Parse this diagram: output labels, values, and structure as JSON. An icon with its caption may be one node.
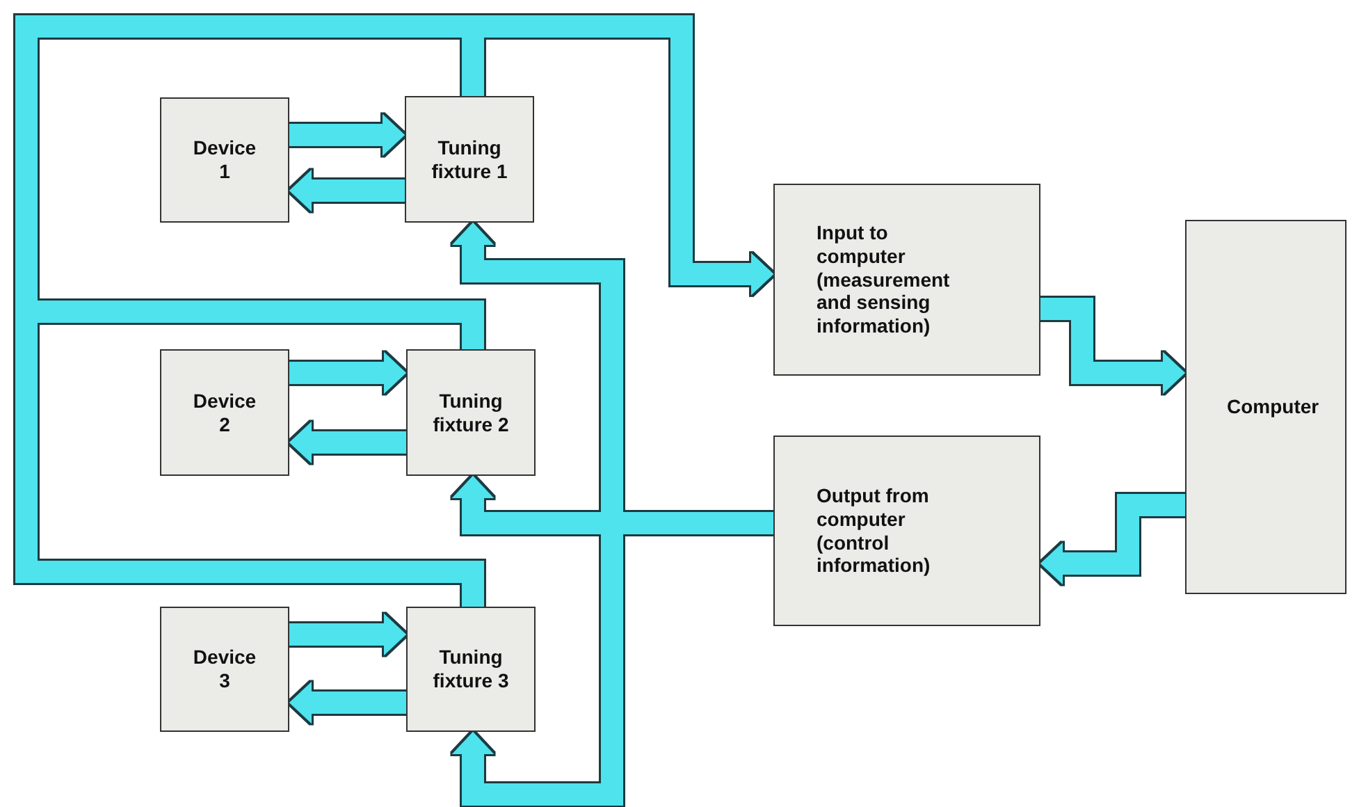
{
  "diagram": {
    "nodes": [
      {
        "text": [
          "Device 1"
        ]
      },
      {
        "text": [
          "Tuning fixture 1"
        ]
      },
      {
        "text": [
          "Device 2"
        ]
      },
      {
        "text": [
          "Tuning fixture 2"
        ]
      },
      {
        "text": [
          "Device 3"
        ]
      },
      {
        "text": [
          "Tuning fixture 3"
        ]
      },
      {
        "text": [
          "Input to computer (measurement and sensing information)"
        ]
      },
      {
        "text": [
          "Output from computer (control information)"
        ]
      },
      {
        "text": [
          "Computer"
        ]
      }
    ],
    "edges": [
      {
        "from": 0,
        "to": 1,
        "arrow": "to"
      },
      {
        "from": 1,
        "to": 0,
        "arrow": "to"
      },
      {
        "from": 2,
        "to": 3,
        "arrow": "to"
      },
      {
        "from": 3,
        "to": 2,
        "arrow": "to"
      },
      {
        "from": 4,
        "to": 5,
        "arrow": "to"
      },
      {
        "from": 5,
        "to": 4,
        "arrow": "to"
      },
      {
        "from": 1,
        "to": 6,
        "arrow": "to"
      },
      {
        "from": 3,
        "to": 6,
        "arrow": "to"
      },
      {
        "from": 5,
        "to": 6,
        "arrow": "to"
      },
      {
        "from": 6,
        "to": 8,
        "arrow": "to"
      },
      {
        "from": 8,
        "to": 7,
        "arrow": "to"
      },
      {
        "from": 7,
        "to": 1,
        "arrow": "to"
      },
      {
        "from": 7,
        "to": 3,
        "arrow": "to"
      },
      {
        "from": 7,
        "to": 5,
        "arrow": "to"
      }
    ]
  }
}
